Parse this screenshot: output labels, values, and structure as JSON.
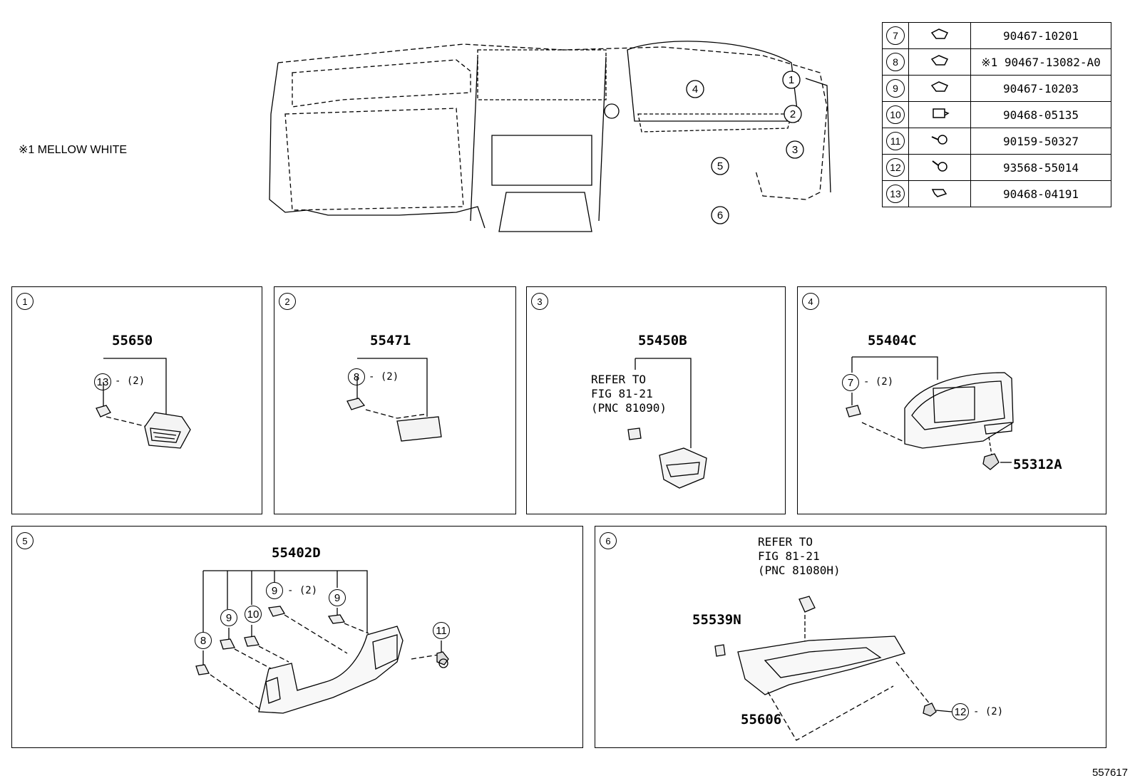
{
  "note": "※1 MELLOW WHITE",
  "figure_id": "557617",
  "overview_callouts": [
    "1",
    "2",
    "3",
    "4",
    "5",
    "6"
  ],
  "legend": [
    {
      "ref": "7",
      "part": "90467-10201"
    },
    {
      "ref": "8",
      "part": "※1 90467-13082-A0"
    },
    {
      "ref": "9",
      "part": "90467-10203"
    },
    {
      "ref": "10",
      "part": "90468-05135"
    },
    {
      "ref": "11",
      "part": "90159-50327"
    },
    {
      "ref": "12",
      "part": "93568-55014"
    },
    {
      "ref": "13",
      "part": "90468-04191"
    }
  ],
  "panels": [
    {
      "id": "1",
      "part": "55650",
      "callout": "13",
      "qty": "- (2)"
    },
    {
      "id": "2",
      "part": "55471",
      "callout": "8",
      "qty": "- (2)"
    },
    {
      "id": "3",
      "part": "55450B",
      "ref": "REFER TO\nFIG 81-21\n(PNC 81090)"
    },
    {
      "id": "4",
      "part": "55404C",
      "callout": "7",
      "qty": "- (2)",
      "sub_part": "55312A"
    },
    {
      "id": "5",
      "part": "55402D",
      "callouts": [
        "8",
        "9",
        "10",
        "9",
        "9",
        "11"
      ],
      "qty": "- (2)"
    },
    {
      "id": "6",
      "part": "55606",
      "ref": "REFER TO\nFIG 81-21\n(PNC 81080H)",
      "sub_part": "55539N",
      "callout": "12",
      "qty": "- (2)"
    }
  ]
}
